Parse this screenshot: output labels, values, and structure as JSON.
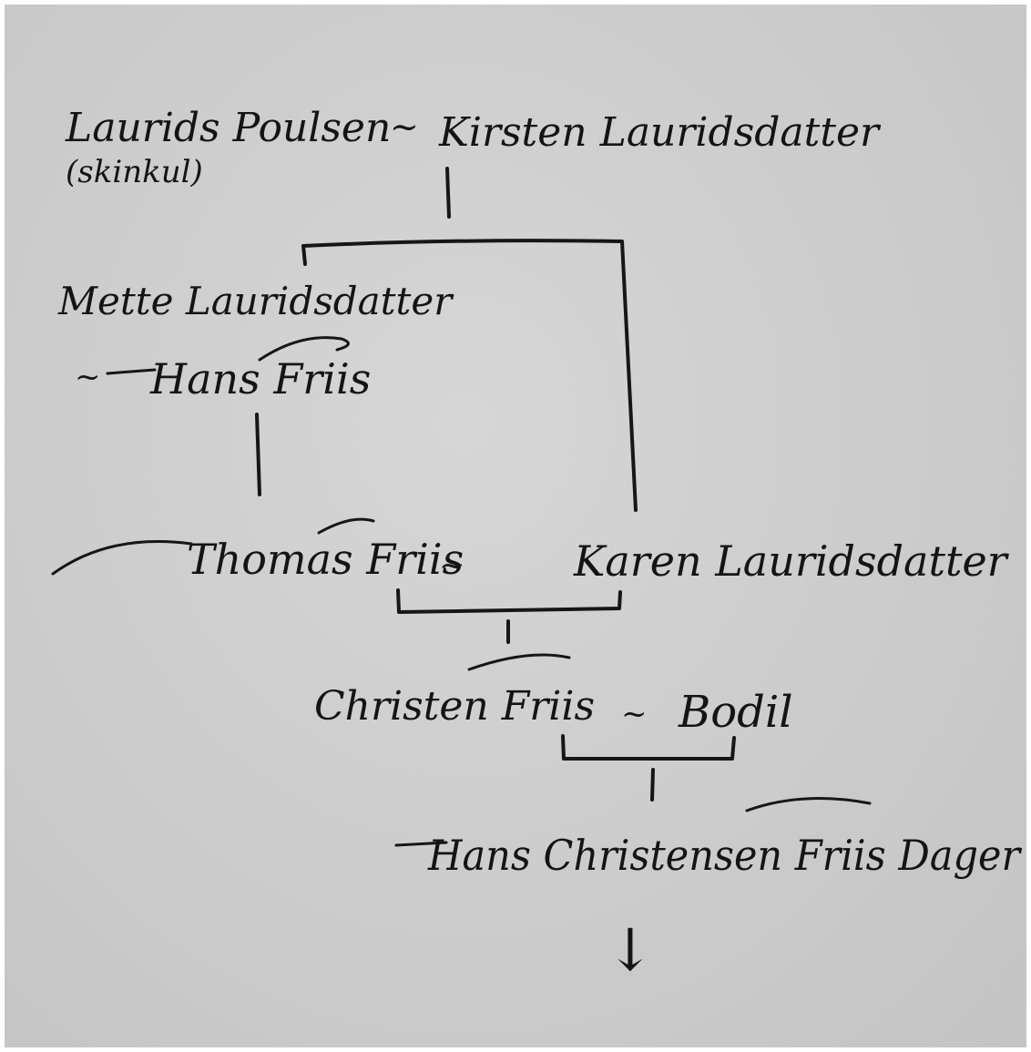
{
  "persons": {
    "lauridsPoulsen": "Laurids Poulsen",
    "lauridsNote": "(skinkul)",
    "kirsten": "Kirsten Lauridsdatter",
    "mette": "Mette Lauridsdatter",
    "hansFriis": "Hans Friis",
    "thomasFriis": "Thomas Friis",
    "karen": "Karen Lauridsdatter",
    "christenFriis": "Christen Friis",
    "bodil": "Bodil",
    "hansChristensen": "Hans Christensen Friis Dager"
  },
  "symbols": {
    "marriage": "~",
    "continuation": "↓"
  },
  "colors": {
    "paper": "#cfcfcf",
    "ink": "#141414"
  }
}
